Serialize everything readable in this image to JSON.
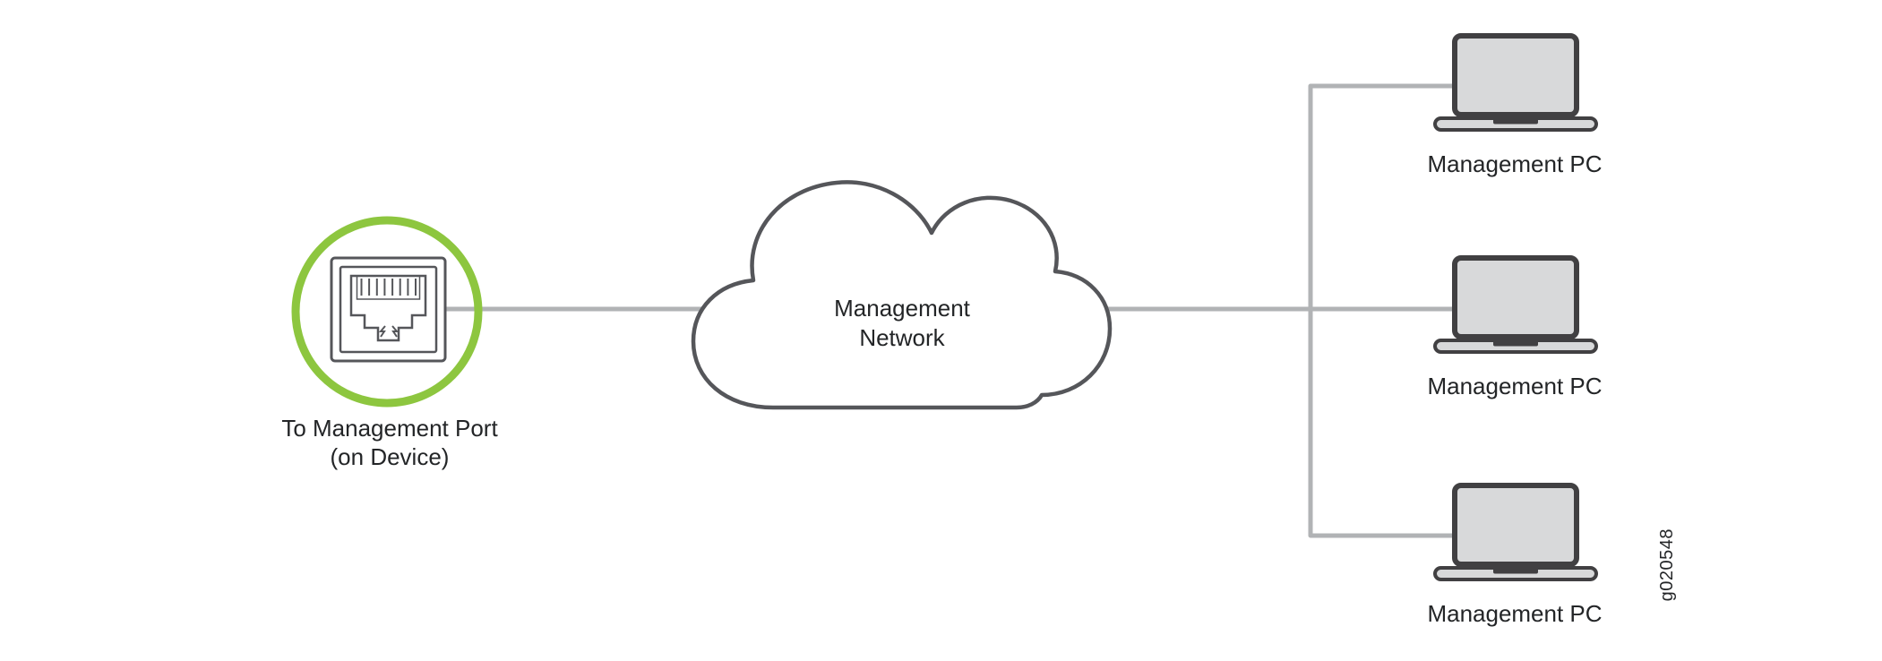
{
  "diagram": {
    "port": {
      "label_line1": "To Management Port",
      "label_line2": "(on Device)"
    },
    "cloud": {
      "label_line1": "Management",
      "label_line2": "Network"
    },
    "pc_labels": [
      "Management PC",
      "Management PC",
      "Management PC"
    ],
    "figure_id": "g020548",
    "colors": {
      "accent_green": "#8DC63F",
      "connector": "#B1B3B5",
      "outline": "#55565A",
      "laptop_outline": "#414042",
      "laptop_fill": "#D8D9DA",
      "text": "#232527"
    }
  }
}
